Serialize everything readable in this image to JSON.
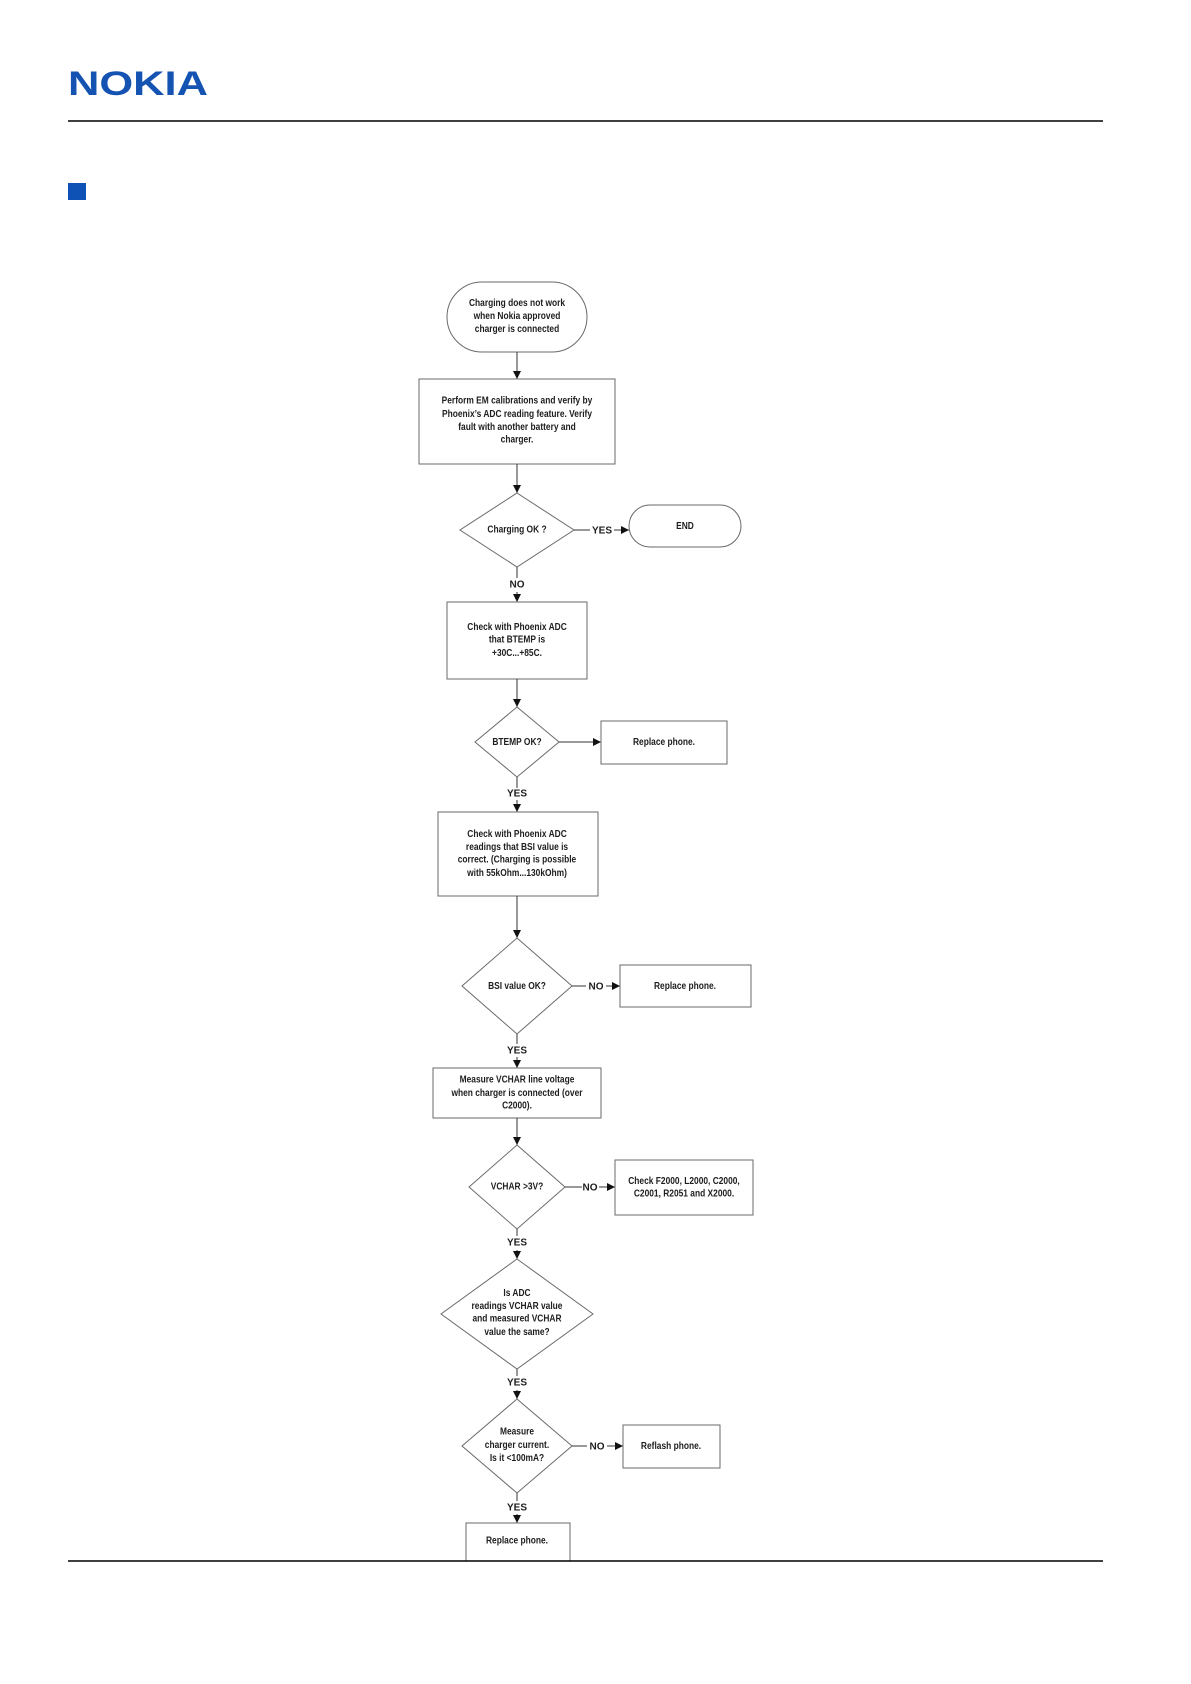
{
  "header": {
    "logo": "NOKIA"
  },
  "flowchart": {
    "start": {
      "lines": [
        "Charging does not work",
        "when Nokia approved",
        "charger is connected"
      ]
    },
    "calibrate": {
      "lines": [
        "Perform EM calibrations  and verify by",
        "Phoenix’s ADC reading feature. Verify",
        "fault with another battery and",
        "charger."
      ]
    },
    "decision_charging": {
      "text": "Charging OK ?"
    },
    "end": {
      "text": "END"
    },
    "check_btemp": {
      "lines": [
        "Check with Phoenix ADC",
        "that BTEMP is",
        "+30C...+85C."
      ]
    },
    "decision_btemp": {
      "text": "BTEMP OK?"
    },
    "replace_btemp": {
      "text": "Replace phone."
    },
    "check_bsi": {
      "lines": [
        "Check with Phoenix ADC",
        "readings that BSI value is",
        "correct. (Charging is possible",
        "with 55kOhm...130kOhm)"
      ]
    },
    "decision_bsi": {
      "text": "BSI value OK?"
    },
    "replace_bsi": {
      "text": "Replace phone."
    },
    "measure_vchar": {
      "lines": [
        "Measure VCHAR line voltage",
        "when charger is connected (over",
        "C2000)."
      ]
    },
    "decision_vchar": {
      "text": "VCHAR >3V?"
    },
    "check_components": {
      "lines": [
        "Check F2000, L2000, C2000,",
        "C2001, R2051 and X2000."
      ]
    },
    "decision_adc": {
      "lines": [
        "Is ADC",
        "readings VCHAR value",
        "and measured VCHAR",
        "value the same?"
      ]
    },
    "decision_current": {
      "lines": [
        "Measure",
        "charger current.",
        "Is it <100mA?"
      ]
    },
    "reflash": {
      "text": "Reflash phone."
    },
    "replace_final": {
      "text": "Replace phone."
    },
    "edges": {
      "charging_yes": "YES",
      "charging_no": "NO",
      "btemp_yes": "YES",
      "bsi_no": "NO",
      "bsi_yes": "YES",
      "vchar_no": "NO",
      "vchar_yes": "YES",
      "adc_yes": "YES",
      "current_no": "NO",
      "current_yes": "YES"
    }
  }
}
